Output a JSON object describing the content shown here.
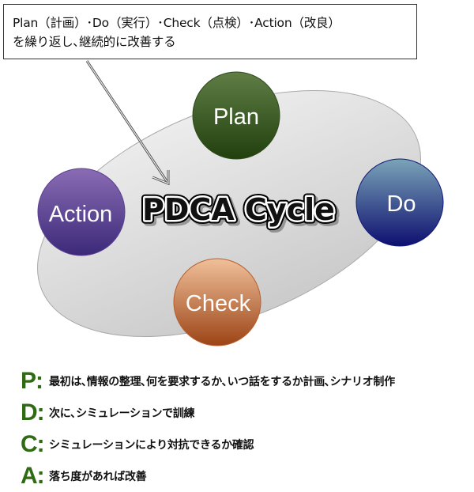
{
  "callout": {
    "line1": "Plan（計画）･Do（実行）･Check（点検）･Action（改良）",
    "line2": "を繰り返し､継続的に改善する"
  },
  "diagram": {
    "title": "PDCA Cycle",
    "stages": [
      {
        "id": "plan",
        "label": "Plan",
        "color_top": "#5f7d45",
        "color_bottom": "#22400e",
        "border": "#2f4a1a"
      },
      {
        "id": "do",
        "label": "Do",
        "color_top": "#7aa4b8",
        "color_bottom": "#0e0f70",
        "border": "#111a7a"
      },
      {
        "id": "check",
        "label": "Check",
        "color_top": "#f0c09a",
        "color_bottom": "#9c4416",
        "border": "#b8602e"
      },
      {
        "id": "action",
        "label": "Action",
        "color_top": "#8a6cb4",
        "color_bottom": "#3b2978",
        "border": "#5a3f92"
      }
    ],
    "ellipse_fill_top": "#ececec",
    "ellipse_fill_bottom": "#cdcdcd"
  },
  "legend": [
    {
      "key": "P:",
      "text": "最初は､情報の整理､何を要求するか､いつ話をするか計画､シナリオ制作"
    },
    {
      "key": "D:",
      "text": "次に､シミュレーションで訓練"
    },
    {
      "key": "C:",
      "text": "シミュレーションにより対抗できるか確認"
    },
    {
      "key": "A:",
      "text": "落ち度があれば改善"
    }
  ],
  "colors": {
    "legend_key": "#2e6b12"
  }
}
